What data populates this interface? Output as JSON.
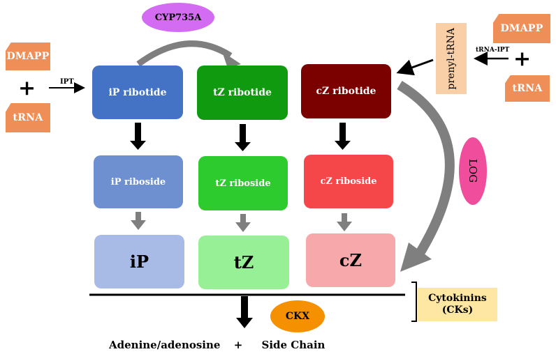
{
  "enzymes": {
    "cyp": "CYP735A",
    "log": "LOG",
    "ckx": "CKX",
    "ipt": "IPT",
    "trna_ipt": "tRNA-IPT"
  },
  "substrates_left": {
    "dmapp": "DMAPP",
    "plus": "+",
    "trna": "tRNA"
  },
  "substrates_right": {
    "dmapp": "DMAPP",
    "plus": "+",
    "trna": "tRNA",
    "prenyl_trna": "prenyl-tRNA"
  },
  "ribotides": {
    "ip": "iP ribotide",
    "tz": "tZ ribotide",
    "cz": "cZ ribotide"
  },
  "ribosides": {
    "ip": "iP riboside",
    "tz": "tZ riboside",
    "cz": "cZ riboside"
  },
  "bases": {
    "ip": "iP",
    "tz": "tZ",
    "cz": "cZ"
  },
  "cytokinins_label": {
    "line1": "Cytokinins",
    "line2": "(CKs)"
  },
  "products": {
    "adenine": "Adenine/adenosine",
    "plus": "+",
    "side_chain": "Side Chain"
  },
  "colors": {
    "ip_ribotide": "#4472c4",
    "ip_riboside": "#6e8fd0",
    "ip_base": "#a7bbe6",
    "tz_ribotide": "#0f9a0f",
    "tz_riboside": "#2ecb2e",
    "tz_base": "#98f096",
    "cz_ribotide": "#7b0000",
    "cz_riboside": "#f5464a",
    "cz_base": "#f7a8aa",
    "substrate_tag": "#ef8f57",
    "prenyl_box": "#f9cfa7",
    "cyp_ellipse": "#d36cf2",
    "log_ellipse": "#f04d9c",
    "ckx_ellipse": "#f59000",
    "cytokinins_box": "#fde7a2"
  }
}
